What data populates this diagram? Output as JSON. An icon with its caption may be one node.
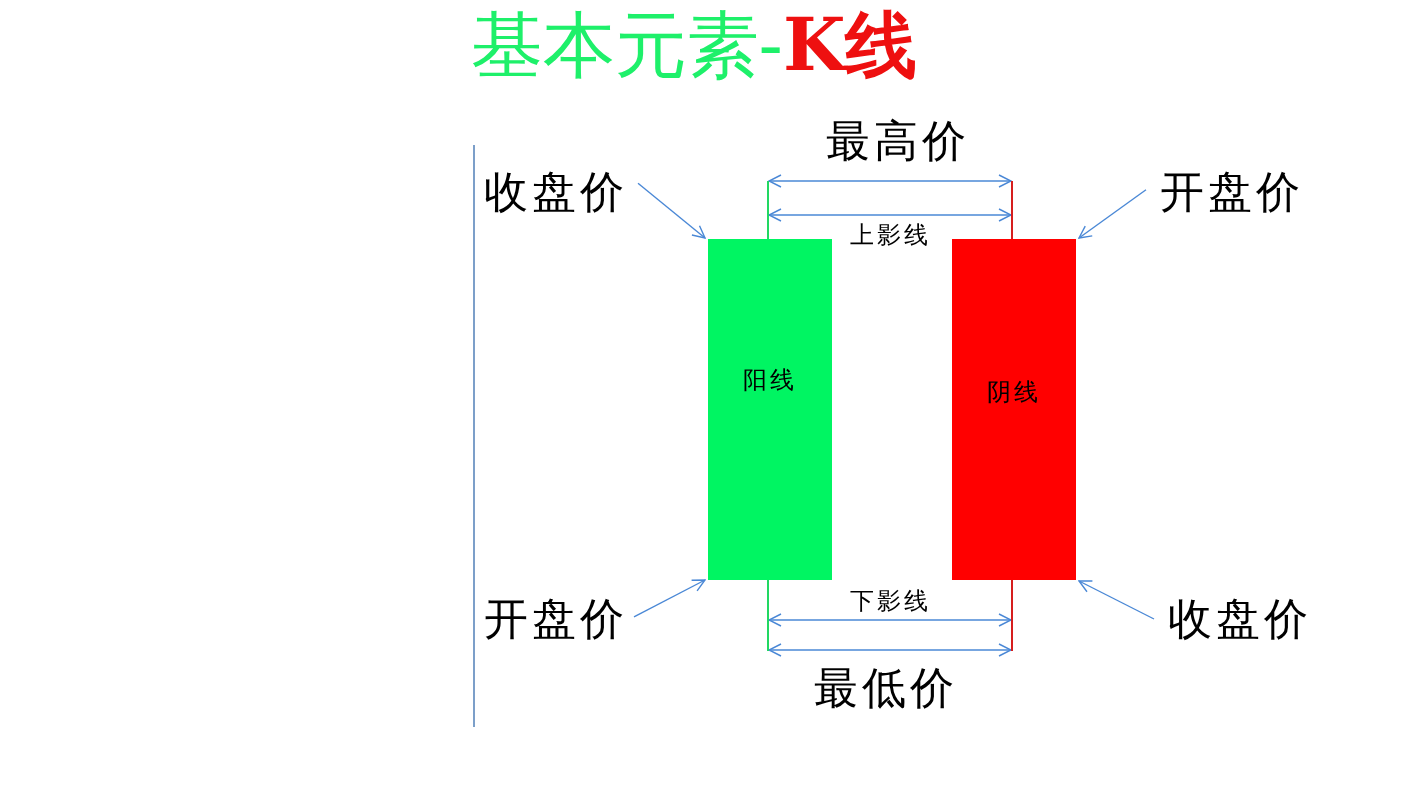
{
  "diagram": {
    "title": "基本元素-K线",
    "nodes": [
      {
        "text": [
          "收盘价"
        ]
      },
      {
        "text": [],
        "shape": "bar"
      },
      {
        "text": [],
        "shape": "bar"
      },
      {
        "text": [
          "开盘价"
        ]
      },
      {
        "text": [
          "阳线"
        ]
      },
      {
        "text": [
          "阴线"
        ]
      },
      {
        "text": [
          "开盘价"
        ]
      },
      {
        "text": [],
        "shape": "bar"
      },
      {
        "text": [],
        "shape": "bar"
      },
      {
        "text": [
          "收盘价"
        ]
      }
    ],
    "edges": [
      {
        "from": 1,
        "to": 2,
        "arrow": "both",
        "label": "最高价"
      },
      {
        "from": 1,
        "to": 2,
        "arrow": "both",
        "label": "上影线"
      },
      {
        "from": 0,
        "to": 4,
        "arrow": "to"
      },
      {
        "from": 3,
        "to": 5,
        "arrow": "to"
      },
      {
        "from": 6,
        "to": 4,
        "arrow": "to"
      },
      {
        "from": 9,
        "to": 5,
        "arrow": "to"
      },
      {
        "from": 7,
        "to": 8,
        "arrow": "both",
        "label": "下影线"
      },
      {
        "from": 7,
        "to": 8,
        "arrow": "both",
        "label": "最低价"
      }
    ]
  }
}
